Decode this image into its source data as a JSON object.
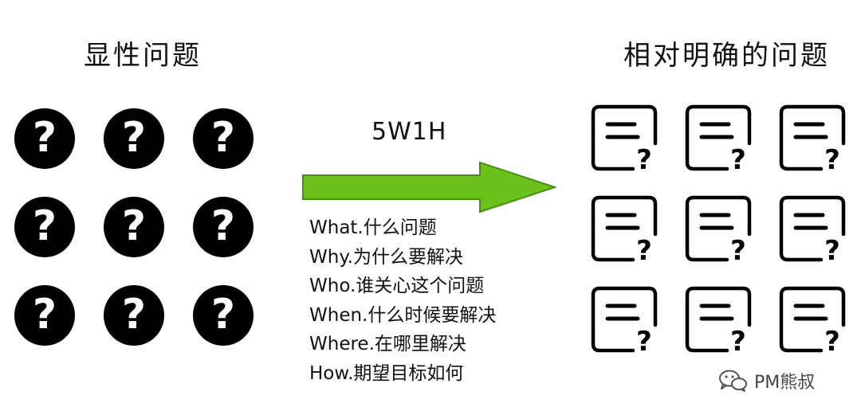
{
  "left_heading": "显性问题",
  "right_heading": "相对明确的问题",
  "method_title": "5W1H",
  "questions": [
    "What.什么问题",
    "Why.为什么要解决",
    "Who.谁关心这个问题",
    "When.什么时候要解决",
    "Where.在哪里解决",
    "How.期望目标如何"
  ],
  "question_mark": "?",
  "watermark": "PM熊叔",
  "icons": {
    "left_grid": "question-circle-icon",
    "right_grid": "document-question-icon",
    "arrow": "right-arrow-icon",
    "watermark": "wechat-icon"
  },
  "colors": {
    "arrow_fill": "#6bc21a",
    "arrow_stroke": "#4a8d12",
    "icon": "#000000"
  }
}
